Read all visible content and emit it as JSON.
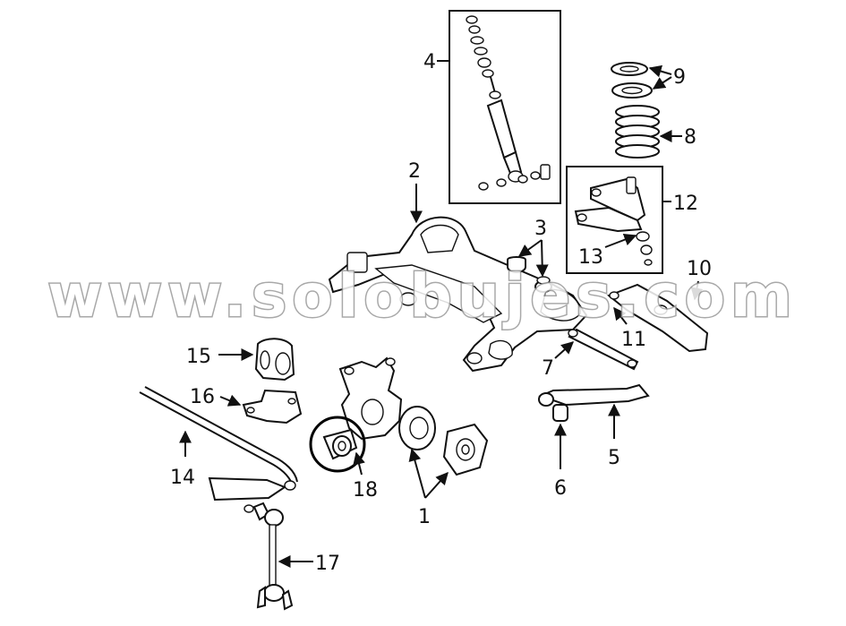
{
  "diagram": {
    "watermark": "www.solobujes.com",
    "callouts": [
      "1",
      "2",
      "3",
      "4",
      "5",
      "6",
      "7",
      "8",
      "9",
      "10",
      "11",
      "12",
      "13",
      "14",
      "15",
      "16",
      "17",
      "18"
    ],
    "highlight_color": "#000000",
    "line_color": "#111111"
  }
}
